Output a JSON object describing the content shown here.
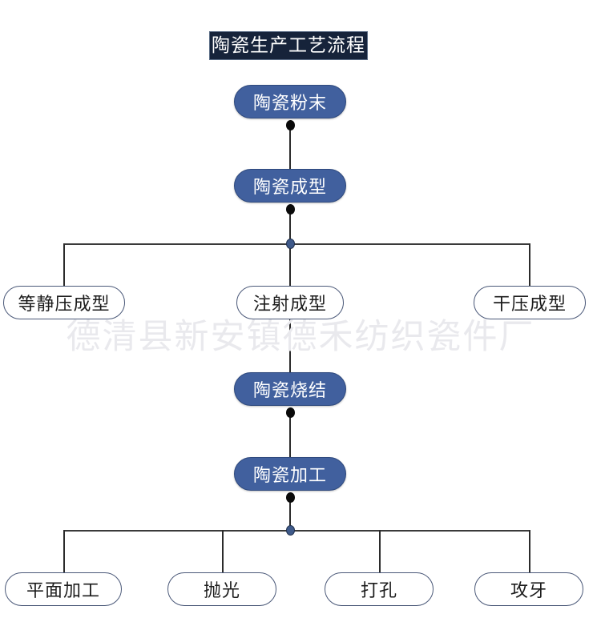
{
  "diagram": {
    "title": "陶瓷生产工艺流程",
    "watermark": "德清县新安镇德禾纺织瓷件厂",
    "colors": {
      "title_bg": "#16233a",
      "title_border": "#5a6c85",
      "pill_filled_bg": "#41609e",
      "pill_filled_border": "#2f4a7e",
      "pill_filled_text": "#ffffff",
      "pill_outline_bg": "#ffffff",
      "pill_outline_border": "#4a5878",
      "pill_outline_text": "#1c1c1c",
      "connector": "#2b2b2b",
      "junction_dot": "#3f5a8a",
      "end_dot": "#0a0a0a",
      "watermark": "#e9e9ed",
      "canvas_bg": "#ffffff"
    },
    "nodes": {
      "powder": "陶瓷粉末",
      "forming": "陶瓷成型",
      "forming_branch_1": "等静压成型",
      "forming_branch_2": "注射成型",
      "forming_branch_3": "干压成型",
      "sintering": "陶瓷烧结",
      "machining": "陶瓷加工",
      "machining_branch_1": "平面加工",
      "machining_branch_2": "抛光",
      "machining_branch_3": "打孔",
      "machining_branch_4": "攻牙"
    },
    "flow": {
      "steps": [
        "陶瓷粉末",
        "陶瓷成型",
        "陶瓷烧结",
        "陶瓷加工"
      ],
      "forming_methods": [
        "等静压成型",
        "注射成型",
        "干压成型"
      ],
      "machining_operations": [
        "平面加工",
        "抛光",
        "打孔",
        "攻牙"
      ]
    }
  }
}
